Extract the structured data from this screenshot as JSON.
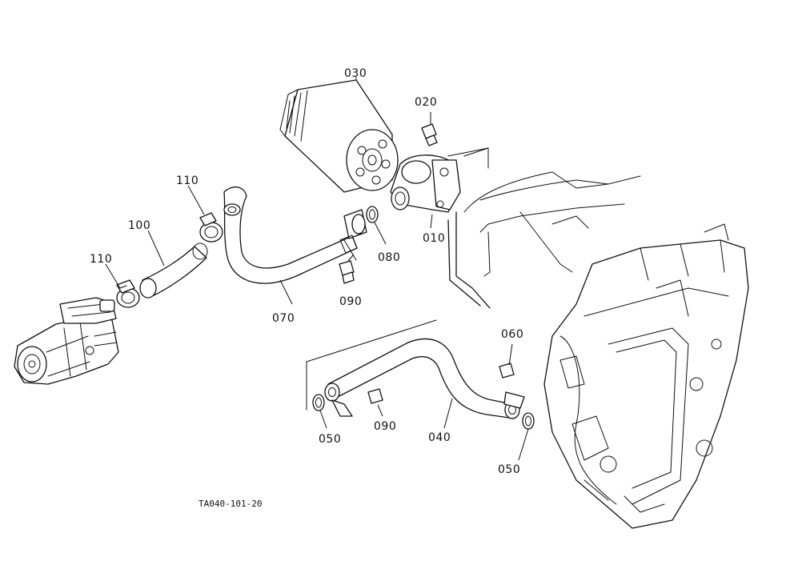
{
  "diagram": {
    "part_labels": {
      "p010": "010",
      "p020": "020",
      "p030": "030",
      "p040": "040",
      "p050_left": "050",
      "p050_right": "050",
      "p060": "060",
      "p070": "070",
      "p080": "080",
      "p090_upper": "090",
      "p090_lower": "090",
      "p100": "100",
      "p110_upper": "110",
      "p110_lower": "110"
    },
    "figure_code": "TA040-101-20"
  }
}
